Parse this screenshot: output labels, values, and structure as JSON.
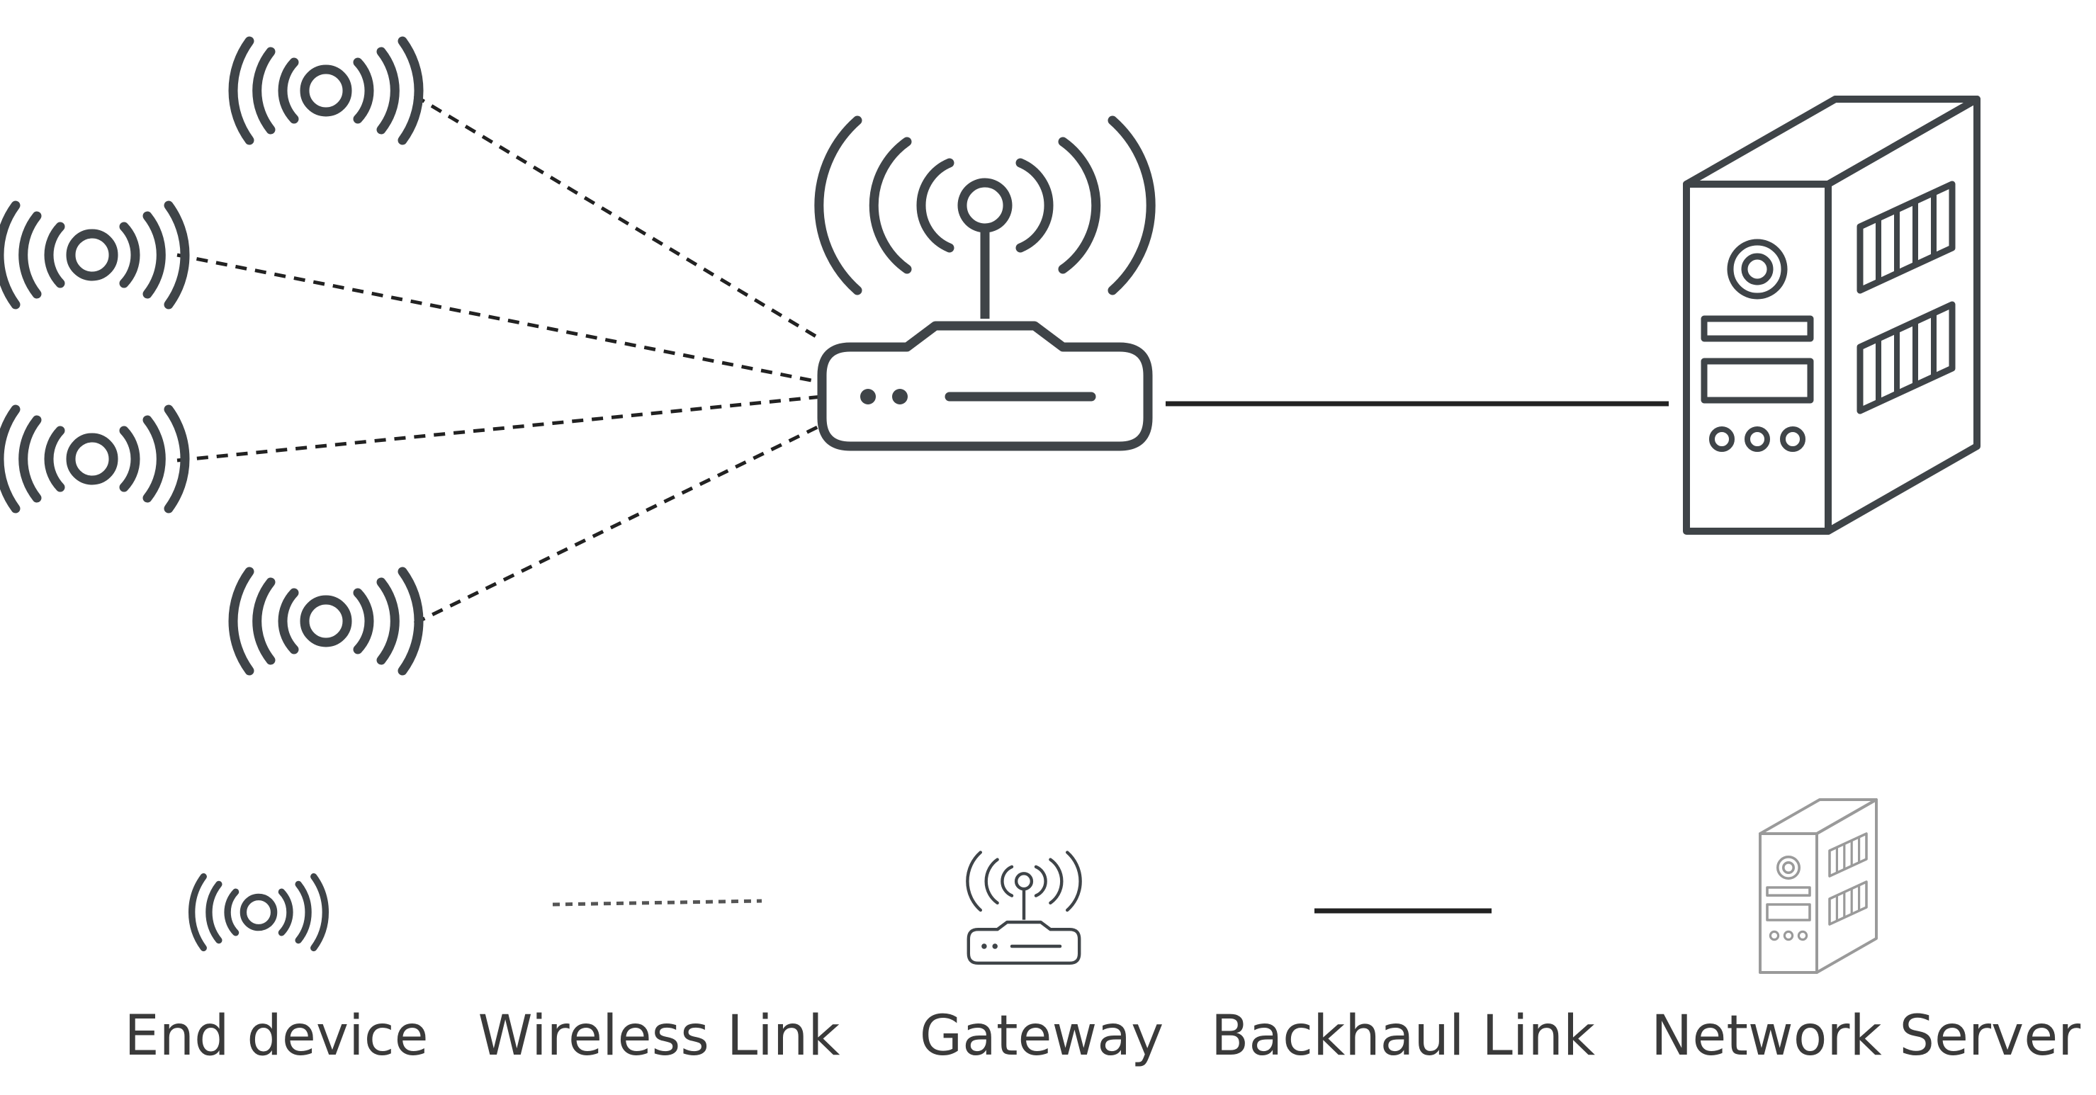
{
  "diagram": {
    "nodes": {
      "end_devices": {
        "count": 4,
        "icon": "end-device-icon"
      },
      "gateway": {
        "icon": "gateway-icon"
      },
      "network_server": {
        "icon": "network-server-icon"
      }
    },
    "links": [
      {
        "from": "end-device-1",
        "to": "gateway",
        "type": "wireless"
      },
      {
        "from": "end-device-2",
        "to": "gateway",
        "type": "wireless"
      },
      {
        "from": "end-device-3",
        "to": "gateway",
        "type": "wireless"
      },
      {
        "from": "end-device-4",
        "to": "gateway",
        "type": "wireless"
      },
      {
        "from": "gateway",
        "to": "network-server",
        "type": "backhaul"
      }
    ],
    "colors": {
      "icon_stroke": "#3f4448",
      "link": "#222222",
      "text": "#3a3a3a",
      "legend_server": "#9a9a9a"
    }
  },
  "legend": {
    "end_device": "End device",
    "wireless_link": "Wireless Link",
    "gateway": "Gateway",
    "backhaul_link": "Backhaul Link",
    "network_server": "Network Server"
  }
}
